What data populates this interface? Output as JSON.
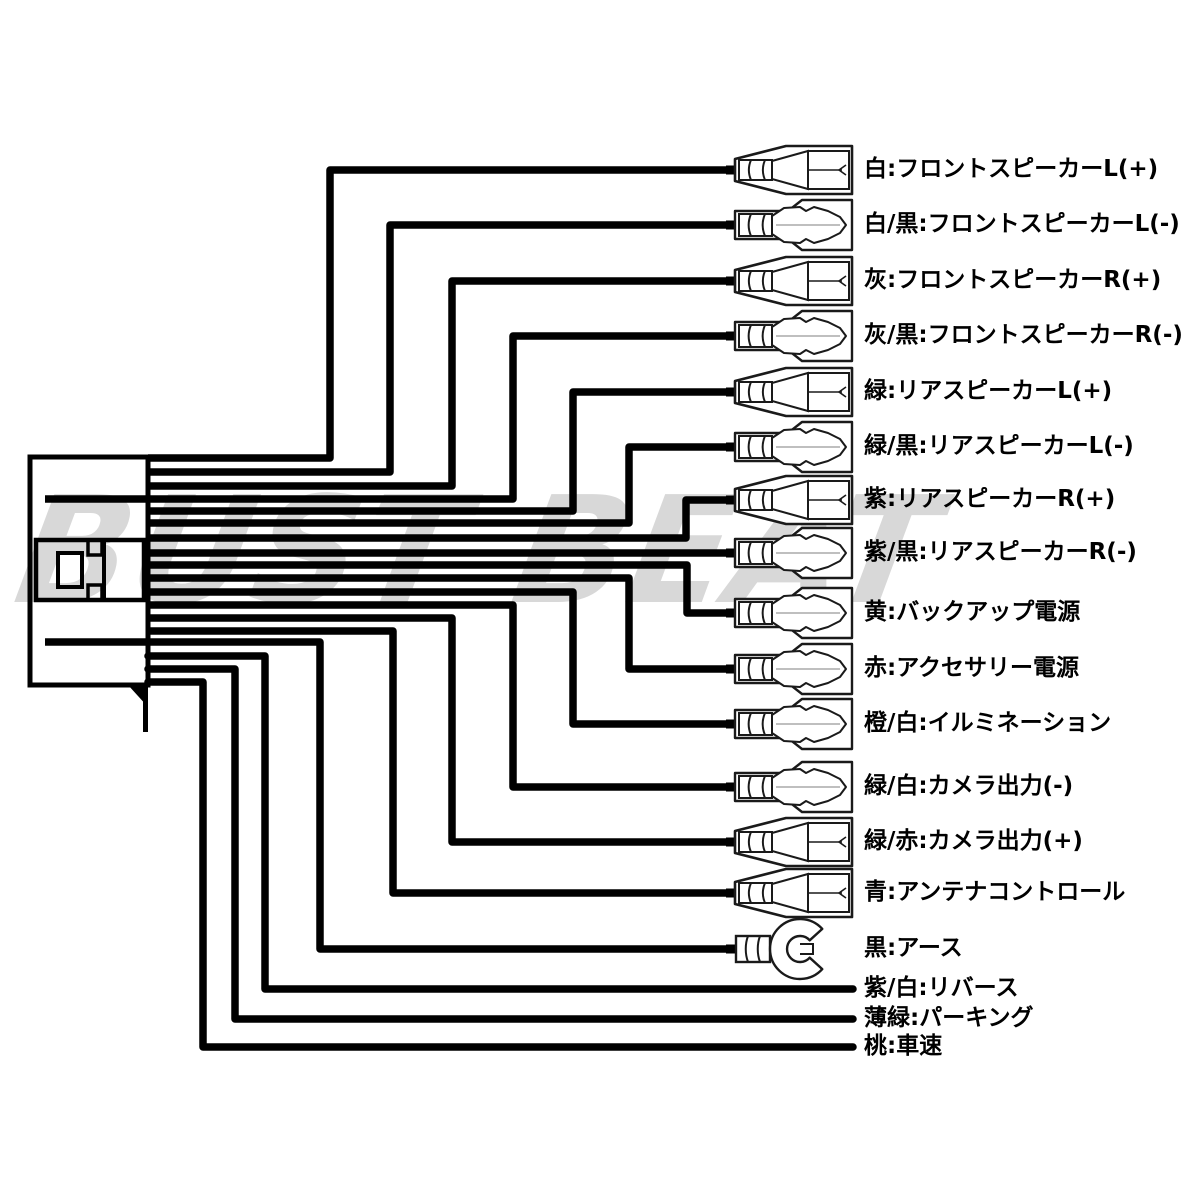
{
  "diagram": {
    "watermark": "BUST BEAT",
    "wires": [
      {
        "label": "白:フロントスピーカーL(+)",
        "color_code": "白",
        "signal": "フロントスピーカーL(+)",
        "terminal_icon": "faston-terminal-icon"
      },
      {
        "label": "白/黒:フロントスピーカーL(-)",
        "color_code": "白/黒",
        "signal": "フロントスピーカーL(-)",
        "terminal_icon": "faston-terminal-icon"
      },
      {
        "label": "灰:フロントスピーカーR(+)",
        "color_code": "灰",
        "signal": "フロントスピーカーR(+)",
        "terminal_icon": "faston-terminal-icon"
      },
      {
        "label": "灰/黒:フロントスピーカーR(-)",
        "color_code": "灰/黒",
        "signal": "フロントスピーカーR(-)",
        "terminal_icon": "faston-terminal-icon"
      },
      {
        "label": "緑:リアスピーカーL(+)",
        "color_code": "緑",
        "signal": "リアスピーカーL(+)",
        "terminal_icon": "faston-terminal-icon"
      },
      {
        "label": "緑/黒:リアスピーカーL(-)",
        "color_code": "緑/黒",
        "signal": "リアスピーカーL(-)",
        "terminal_icon": "faston-terminal-icon"
      },
      {
        "label": "紫:リアスピーカーR(+)",
        "color_code": "紫",
        "signal": "リアスピーカーR(+)",
        "terminal_icon": "faston-terminal-icon"
      },
      {
        "label": "紫/黒:リアスピーカーR(-)",
        "color_code": "紫/黒",
        "signal": "リアスピーカーR(-)",
        "terminal_icon": "faston-terminal-icon"
      },
      {
        "label": "黄:バックアップ電源",
        "color_code": "黄",
        "signal": "バックアップ電源",
        "terminal_icon": "faston-terminal-icon"
      },
      {
        "label": "赤:アクセサリー電源",
        "color_code": "赤",
        "signal": "アクセサリー電源",
        "terminal_icon": "faston-terminal-icon"
      },
      {
        "label": "橙/白:イルミネーション",
        "color_code": "橙/白",
        "signal": "イルミネーション",
        "terminal_icon": "faston-terminal-icon"
      },
      {
        "label": "緑/白:カメラ出力(-)",
        "color_code": "緑/白",
        "signal": "カメラ出力(-)",
        "terminal_icon": "faston-terminal-icon"
      },
      {
        "label": "緑/赤:カメラ出力(+)",
        "color_code": "緑/赤",
        "signal": "カメラ出力(+)",
        "terminal_icon": "faston-terminal-icon"
      },
      {
        "label": "青:アンテナコントロール",
        "color_code": "青",
        "signal": "アンテナコントロール",
        "terminal_icon": "faston-terminal-icon"
      },
      {
        "label": "黒:アース",
        "color_code": "黒",
        "signal": "アース",
        "terminal_icon": "fork-terminal-icon"
      },
      {
        "label": "紫/白:リバース",
        "color_code": "紫/白",
        "signal": "リバース",
        "terminal_icon": "none"
      },
      {
        "label": "薄緑:パーキング",
        "color_code": "薄緑",
        "signal": "パーキング",
        "terminal_icon": "none"
      },
      {
        "label": "桃:車速",
        "color_code": "桃",
        "signal": "車速",
        "terminal_icon": "none"
      }
    ]
  },
  "colors": {
    "line": "#000000",
    "background": "#ffffff",
    "watermark": "#d8d8d8"
  }
}
